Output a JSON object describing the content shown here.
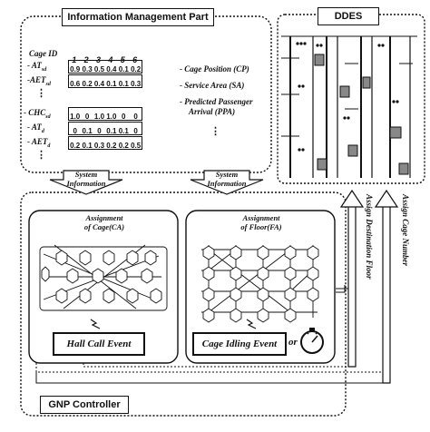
{
  "info_panel": {
    "title": "Information Management Part",
    "cage_id_label": "Cage ID",
    "cage_ids": [
      "1",
      "2",
      "3",
      "4",
      "5",
      "6"
    ],
    "rows": [
      {
        "label": "- AT",
        "sub": "sd",
        "values": [
          "0.9",
          "0.3",
          "0.5",
          "0.4",
          "0.1",
          "0.2"
        ]
      },
      {
        "label": "-AET",
        "sub": "sd",
        "values": [
          "0.6",
          "0.2",
          "0.4",
          "0.1",
          "0.1",
          "0.3"
        ]
      },
      {
        "label": "- CHC",
        "sub": "sd",
        "values": [
          "1.0",
          "0",
          "1.0",
          "1.0",
          "0",
          "0"
        ]
      },
      {
        "label": "- AT",
        "sub": "d",
        "values": [
          "0",
          "0.1",
          "0",
          "0.1",
          "0.1",
          "0"
        ]
      },
      {
        "label": "- AET",
        "sub": "d",
        "values": [
          "0.2",
          "0.1",
          "0.3",
          "0.2",
          "0.2",
          "0.5"
        ]
      }
    ],
    "ellipsis": "⋮",
    "side_items": [
      "- Cage Position (CP)",
      "- Service Area (SA)",
      "- Predicted Passenger",
      "Arrival (PPA)"
    ]
  },
  "ddes": {
    "title": "DDES"
  },
  "arrows": {
    "system_information_left": [
      "System",
      "Information"
    ],
    "system_information_right": [
      "System",
      "Information"
    ]
  },
  "gnp": {
    "title": "GNP Controller",
    "ca": {
      "title": [
        "Assignment",
        "of Cage(CA)"
      ],
      "event": "Hall Call Event"
    },
    "fa": {
      "title": [
        "Assignment",
        "of Floor(FA)"
      ],
      "event": "Cage Idling Event",
      "or": "or"
    }
  },
  "vertical_labels": {
    "destination": "Assign Destination Floor",
    "cage": "Assign Cage Number"
  }
}
